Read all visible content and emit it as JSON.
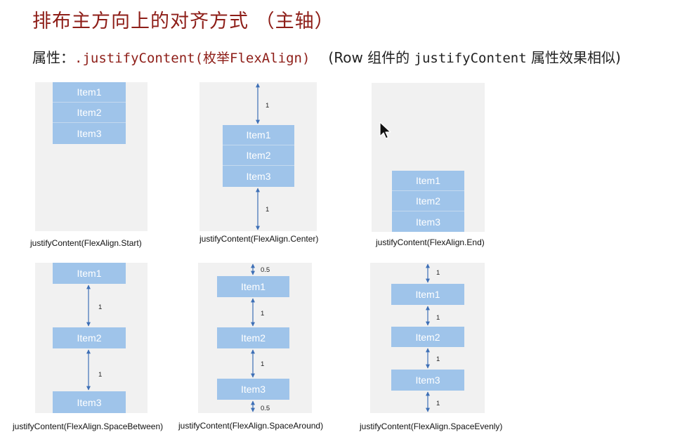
{
  "title": "排布主方向上的对齐方式 （主轴）",
  "subtitle": {
    "prefix": "属性：",
    "code": ".justifyContent(枚举FlexAlign)",
    "note_open": "(Row 组件的 ",
    "note_code": "justifyContent",
    "note_close": " 属性效果相似)"
  },
  "items": [
    "Item1",
    "Item2",
    "Item3"
  ],
  "captions": {
    "start": "justifyContent(FlexAlign.Start)",
    "center": "justifyContent(FlexAlign.Center)",
    "end": "justifyContent(FlexAlign.End)",
    "space_between": "justifyContent(FlexAlign.SpaceBetween)",
    "space_around": "justifyContent(FlexAlign.SpaceAround)",
    "space_evenly": "justifyContent(FlexAlign.SpaceEvenly)"
  },
  "gap_labels": {
    "center": [
      "1",
      "1"
    ],
    "space_between": [
      "1",
      "1"
    ],
    "space_around": [
      "0.5",
      "1",
      "1",
      "0.5"
    ],
    "space_evenly": [
      "1",
      "1",
      "1",
      "1"
    ]
  },
  "colors": {
    "title": "#8e1e18",
    "item_fill": "#9fc4ea",
    "panel_bg": "#f1f1f1",
    "arrow": "#3d6fb6"
  }
}
